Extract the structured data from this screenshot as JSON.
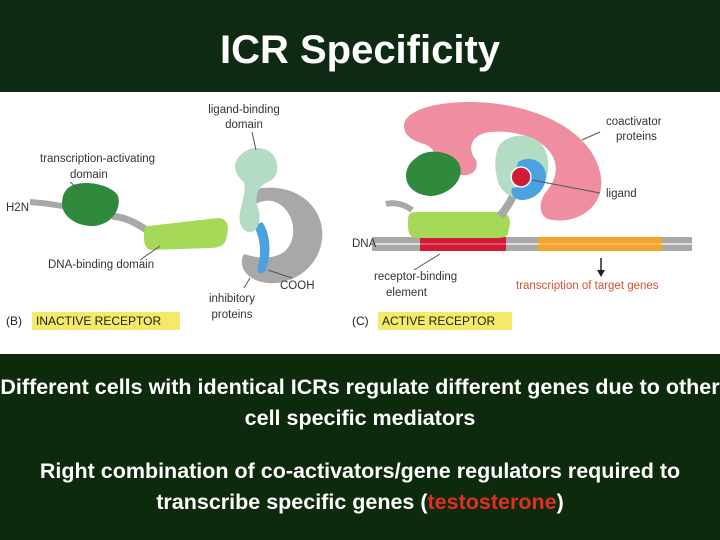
{
  "slide": {
    "title": "ICR Specificity",
    "bullets": [
      {
        "text": "Different cells with identical ICRs regulate different genes due to other cell specific mediators"
      },
      {
        "text_before": "Right combination of co-activators/gene regulators required to transcribe specific genes (",
        "highlight": "testosterone",
        "text_after": ")"
      }
    ],
    "highlight_color": "#e0301e"
  },
  "figure": {
    "left_panel": {
      "label_ligand_binding": [
        "ligand-binding",
        "domain"
      ],
      "label_transcription_activating": [
        "transcription-activating",
        "domain"
      ],
      "label_h2n": "H2N",
      "label_dna_binding": "DNA-binding domain",
      "label_cooh": "COOH",
      "label_inhibitory": [
        "inhibitory",
        "proteins"
      ],
      "panel_letter": "(B)",
      "caption": "INACTIVE RECEPTOR"
    },
    "right_panel": {
      "label_coactivator": [
        "coactivator",
        "proteins"
      ],
      "label_ligand": "ligand",
      "label_dna": "DNA",
      "label_receptor_binding": [
        "receptor-binding",
        "element"
      ],
      "label_transcription": "transcription of target genes",
      "panel_letter": "(C)",
      "caption": "ACTIVE RECEPTOR"
    }
  },
  "colors": {
    "background": "#0d2a0d",
    "dark_green": "#2f8a3e",
    "light_green": "#a6d957",
    "pale_teal": "#b4dcc4",
    "pink": "#ee8ea0",
    "blue": "#4aa3e0",
    "gray": "#a8a8a8",
    "dna_red": "#d21a36",
    "dna_orange": "#f4a42c",
    "label_yellow": "#f3ea6a",
    "orange_text": "#d3542c"
  }
}
